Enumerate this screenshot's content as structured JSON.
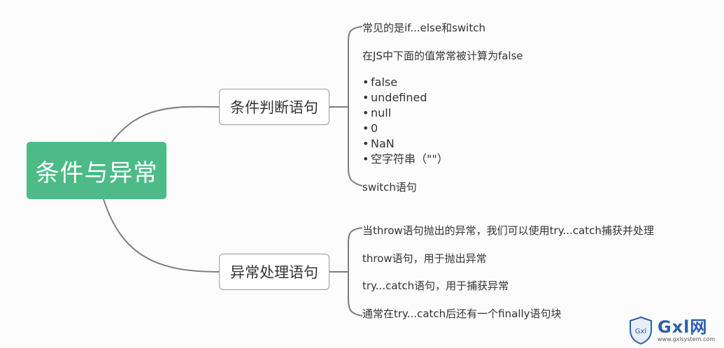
{
  "root": {
    "label": "条件与异常"
  },
  "branches": [
    {
      "label": "条件判断语句",
      "items": [
        "常见的是if...else和switch",
        "在JS中下面的值常常被计算为false",
        "switch语句"
      ],
      "bullets": [
        "false",
        "undefined",
        "null",
        "0",
        "NaN",
        "空字符串（\"\"）"
      ]
    },
    {
      "label": "异常处理语句",
      "items": [
        "当throw语句抛出的异常，我们可以使用try...catch捕获并处理",
        "throw语句，用于抛出异常",
        "try...catch语句，用于捕获异常",
        "通常在try...catch后还有一个finally语句块"
      ]
    }
  ],
  "watermark": {
    "brand": "Gxl网",
    "url": "www.gxlsystem.com",
    "shield": "Gxl"
  },
  "colors": {
    "root": "#4cbb87",
    "line": "#7d7d7d",
    "brand": "#2c5fa8"
  }
}
